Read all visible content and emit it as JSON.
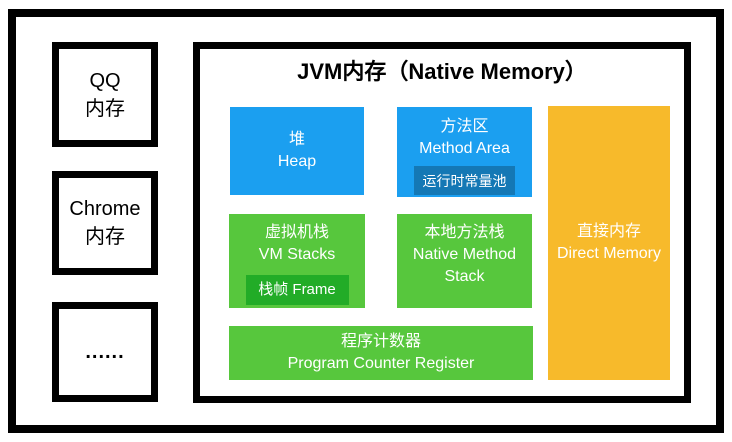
{
  "colors": {
    "blue": "#1B9FF0",
    "dark_blue": "#1478B5",
    "green": "#57C73D",
    "dark_green": "#22AC27",
    "orange": "#F7BA2B",
    "border": "#000000",
    "background": "#FFFFFF",
    "text_on_color": "#FFFFFF"
  },
  "left_panel": {
    "qq": {
      "line1": "QQ",
      "line2": "内存"
    },
    "chrome": {
      "line1": "Chrome",
      "line2": "内存"
    },
    "ellipsis": "......"
  },
  "jvm": {
    "title": "JVM内存（Native Memory）",
    "heap": {
      "zh": "堆",
      "en": "Heap"
    },
    "method_area": {
      "zh": "方法区",
      "en": "Method Area",
      "runtime_constant_pool": "运行时常量池"
    },
    "vm_stacks": {
      "zh": "虚拟机栈",
      "en": "VM Stacks",
      "stack_frame": "栈帧 Frame"
    },
    "native_method_stack": {
      "zh": "本地方法栈",
      "en": "Native Method Stack"
    },
    "program_counter": {
      "zh": "程序计数器",
      "en": "Program Counter Register"
    },
    "direct_memory": {
      "zh": "直接内存",
      "en": "Direct Memory"
    }
  }
}
